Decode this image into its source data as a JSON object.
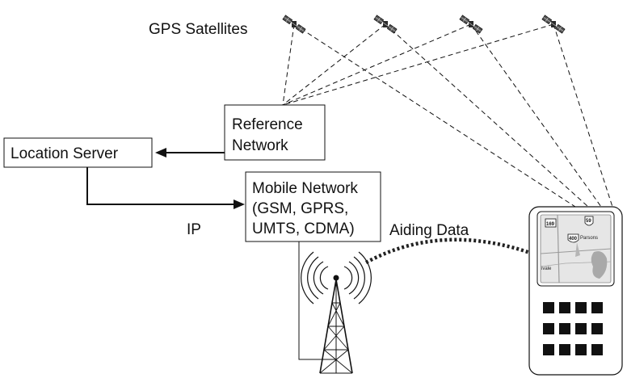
{
  "satellites": {
    "label": "GPS Satellites",
    "icon": "satellite-icon"
  },
  "reference_network": {
    "line1": "Reference",
    "line2": "Network"
  },
  "location_server": {
    "label": "Location Server"
  },
  "mobile_network": {
    "line1": "Mobile Network",
    "line2": "(GSM, GPRS,",
    "line3": "UMTS, CDMA)"
  },
  "connection": {
    "ip_label": "IP"
  },
  "aiding": {
    "label": "Aiding Data"
  },
  "handset": {
    "map": {
      "route_a": "169",
      "route_b": "59",
      "route_c": "400",
      "town": "Parsons",
      "edge_text": "ivale"
    },
    "keypad_rows": 3,
    "keypad_cols": 4
  },
  "icons": {
    "cell_tower": "cell-tower-icon",
    "phone": "mobile-phone-icon"
  },
  "colors": {
    "line": "#111111",
    "satellite": "#333333",
    "aiding_dots": "#222222",
    "map_bg": "#e6e6e6"
  }
}
